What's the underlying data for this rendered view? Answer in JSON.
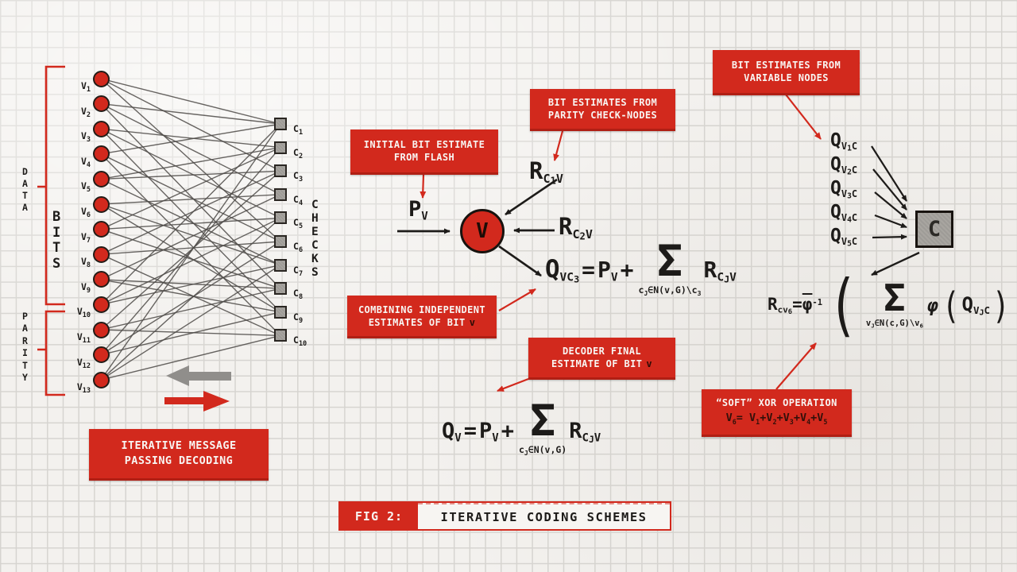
{
  "colors": {
    "red": "#d2291d",
    "red_dark": "#b01f14",
    "paper": "#f3f1ee",
    "grid": "#d6d4d0",
    "ink": "#1d1b19",
    "wire": "#4e4b48",
    "gray": "#a8a5a0",
    "big_gray": "#908e8b",
    "white": "#f8f5f2"
  },
  "tanner_graph": {
    "data_label": "DATA",
    "bits_label": "BITS",
    "parity_label": "PARITY",
    "checks_label": "CHECKS",
    "variable_nodes": [
      {
        "main": "V",
        "sub": "1"
      },
      {
        "main": "V",
        "sub": "2"
      },
      {
        "main": "V",
        "sub": "3"
      },
      {
        "main": "V",
        "sub": "4"
      },
      {
        "main": "V",
        "sub": "5"
      },
      {
        "main": "V",
        "sub": "6"
      },
      {
        "main": "V",
        "sub": "7"
      },
      {
        "main": "V",
        "sub": "8"
      },
      {
        "main": "V",
        "sub": "9"
      },
      {
        "main": "V",
        "sub": "10"
      },
      {
        "main": "V",
        "sub": "11"
      },
      {
        "main": "V",
        "sub": "12"
      },
      {
        "main": "V",
        "sub": "13"
      }
    ],
    "check_nodes": [
      {
        "main": "C",
        "sub": "1"
      },
      {
        "main": "C",
        "sub": "2"
      },
      {
        "main": "C",
        "sub": "3"
      },
      {
        "main": "C",
        "sub": "4"
      },
      {
        "main": "C",
        "sub": "5"
      },
      {
        "main": "C",
        "sub": "6"
      },
      {
        "main": "C",
        "sub": "7"
      },
      {
        "main": "C",
        "sub": "8"
      },
      {
        "main": "C",
        "sub": "9"
      },
      {
        "main": "C",
        "sub": "10"
      }
    ],
    "edges": [
      [
        1,
        1
      ],
      [
        1,
        3
      ],
      [
        1,
        6
      ],
      [
        2,
        1
      ],
      [
        2,
        4
      ],
      [
        2,
        8
      ],
      [
        3,
        2
      ],
      [
        3,
        5
      ],
      [
        3,
        9
      ],
      [
        4,
        1
      ],
      [
        4,
        6
      ],
      [
        4,
        10
      ],
      [
        5,
        2
      ],
      [
        5,
        3
      ],
      [
        5,
        7
      ],
      [
        6,
        4
      ],
      [
        6,
        7
      ],
      [
        6,
        9
      ],
      [
        7,
        2
      ],
      [
        7,
        5
      ],
      [
        7,
        8
      ],
      [
        8,
        3
      ],
      [
        8,
        6
      ],
      [
        8,
        10
      ],
      [
        9,
        4
      ],
      [
        9,
        8
      ],
      [
        9,
        9
      ],
      [
        10,
        1
      ],
      [
        10,
        5
      ],
      [
        10,
        7
      ],
      [
        11,
        3
      ],
      [
        11,
        8
      ],
      [
        11,
        10
      ],
      [
        12,
        2
      ],
      [
        12,
        6
      ],
      [
        12,
        9
      ],
      [
        13,
        1
      ],
      [
        13,
        5
      ],
      [
        13,
        7
      ],
      [
        13,
        10
      ]
    ]
  },
  "callouts": {
    "initial_bit": {
      "line1": "INITIAL BIT ESTIMATE",
      "line2": "FROM FLASH"
    },
    "parity_estimates": {
      "line1": "BIT ESTIMATES FROM",
      "line2": "PARITY CHECK-NODES"
    },
    "combining": {
      "line1": "COMBINING INDEPENDENT",
      "line2": "ESTIMATES OF BIT",
      "bit_var": "v"
    },
    "decoder_final": {
      "line1": "DECODER FINAL",
      "line2": "ESTIMATE OF BIT",
      "bit_var": "v"
    },
    "variable_estimates": {
      "line1": "BIT ESTIMATES FROM",
      "line2": "VARIABLE NODES"
    },
    "soft_xor": {
      "line1": "“SOFT” XOR OPERATION",
      "equation": [
        {
          "t": "V"
        },
        {
          "t": "6",
          "c": "ss"
        },
        {
          "t": "= V"
        },
        {
          "t": "1",
          "c": "ss"
        },
        {
          "t": "+V"
        },
        {
          "t": "2",
          "c": "ss"
        },
        {
          "t": "+V"
        },
        {
          "t": "3",
          "c": "ss"
        },
        {
          "t": "+V"
        },
        {
          "t": "4",
          "c": "ss"
        },
        {
          "t": "+V"
        },
        {
          "t": "5",
          "c": "ss"
        }
      ]
    },
    "iterative": {
      "line1": "ITERATIVE MESSAGE",
      "line2": "PASSING DECODING"
    }
  },
  "node_diagram": {
    "v_label": "V",
    "c_label": "C",
    "p_v": [
      {
        "t": "P"
      },
      {
        "t": "V",
        "c": "sub"
      }
    ],
    "r_c1v": [
      {
        "t": "R"
      },
      {
        "t": "C",
        "c": "sub"
      },
      {
        "t": "1",
        "c": "ss"
      },
      {
        "t": "V",
        "c": "sub"
      }
    ],
    "r_c2v": [
      {
        "t": "R"
      },
      {
        "t": "C",
        "c": "sub"
      },
      {
        "t": "2",
        "c": "ss"
      },
      {
        "t": "V",
        "c": "sub"
      }
    ],
    "q_list": [
      [
        {
          "t": "Q"
        },
        {
          "t": "V",
          "c": "sub"
        },
        {
          "t": "1",
          "c": "ss"
        },
        {
          "t": "C",
          "c": "sub"
        }
      ],
      [
        {
          "t": "Q"
        },
        {
          "t": "V",
          "c": "sub"
        },
        {
          "t": "2",
          "c": "ss"
        },
        {
          "t": "C",
          "c": "sub"
        }
      ],
      [
        {
          "t": "Q"
        },
        {
          "t": "V",
          "c": "sub"
        },
        {
          "t": "3",
          "c": "ss"
        },
        {
          "t": "C",
          "c": "sub"
        }
      ],
      [
        {
          "t": "Q"
        },
        {
          "t": "V",
          "c": "sub"
        },
        {
          "t": "4",
          "c": "ss"
        },
        {
          "t": "C",
          "c": "sub"
        }
      ],
      [
        {
          "t": "Q"
        },
        {
          "t": "V",
          "c": "sub"
        },
        {
          "t": "5",
          "c": "ss"
        },
        {
          "t": "C",
          "c": "sub"
        }
      ]
    ]
  },
  "equations": {
    "q_vc3": {
      "lead": [
        {
          "t": "Q",
          "c": "big"
        },
        {
          "t": "VC",
          "c": "sub"
        },
        {
          "t": "3",
          "c": "ss"
        },
        {
          "t": "=",
          "c": "op"
        },
        {
          "t": "P"
        },
        {
          "t": "V",
          "c": "sub"
        },
        {
          "t": "+",
          "c": "op"
        }
      ],
      "sigma": "Σ",
      "cond": [
        {
          "t": "c"
        },
        {
          "t": "J",
          "c": "ss"
        },
        {
          "t": "∈N(v,G)\\c"
        },
        {
          "t": "3",
          "c": "ss"
        }
      ],
      "tail": [
        {
          "t": "R"
        },
        {
          "t": "C",
          "c": "sub"
        },
        {
          "t": "J",
          "c": "ss"
        },
        {
          "t": "V",
          "c": "sub"
        }
      ]
    },
    "q_v": {
      "lead": [
        {
          "t": "Q"
        },
        {
          "t": "V",
          "c": "sub"
        },
        {
          "t": "=",
          "c": "op"
        },
        {
          "t": "P"
        },
        {
          "t": "V",
          "c": "sub"
        },
        {
          "t": "+",
          "c": "op"
        }
      ],
      "sigma": "Σ",
      "cond": [
        {
          "t": "c"
        },
        {
          "t": "J",
          "c": "ss"
        },
        {
          "t": "∈N(v,G)"
        }
      ],
      "tail": [
        {
          "t": "R"
        },
        {
          "t": "C",
          "c": "sub"
        },
        {
          "t": "J",
          "c": "ss"
        },
        {
          "t": "V",
          "c": "sub"
        }
      ]
    },
    "r_cv6": {
      "lead": [
        {
          "t": "R"
        },
        {
          "t": "cv",
          "c": "sub"
        },
        {
          "t": "6",
          "c": "ss"
        },
        {
          "t": "="
        },
        {
          "t": "φ",
          "c": "ovl"
        },
        {
          "t": "-1",
          "c": "sup"
        }
      ],
      "open": "(",
      "sigma": "Σ",
      "cond": [
        {
          "t": "v"
        },
        {
          "t": "J",
          "c": "ss"
        },
        {
          "t": "∈N(c,G)\\v"
        },
        {
          "t": "6",
          "c": "ss"
        }
      ],
      "phi": "φ",
      "inner": [
        {
          "t": "Q"
        },
        {
          "t": "V",
          "c": "sub"
        },
        {
          "t": "J",
          "c": "ss"
        },
        {
          "t": "C",
          "c": "sub"
        }
      ],
      "close": ")"
    }
  },
  "fig": {
    "tag": "FIG 2:",
    "title": "ITERATIVE CODING SCHEMES"
  }
}
